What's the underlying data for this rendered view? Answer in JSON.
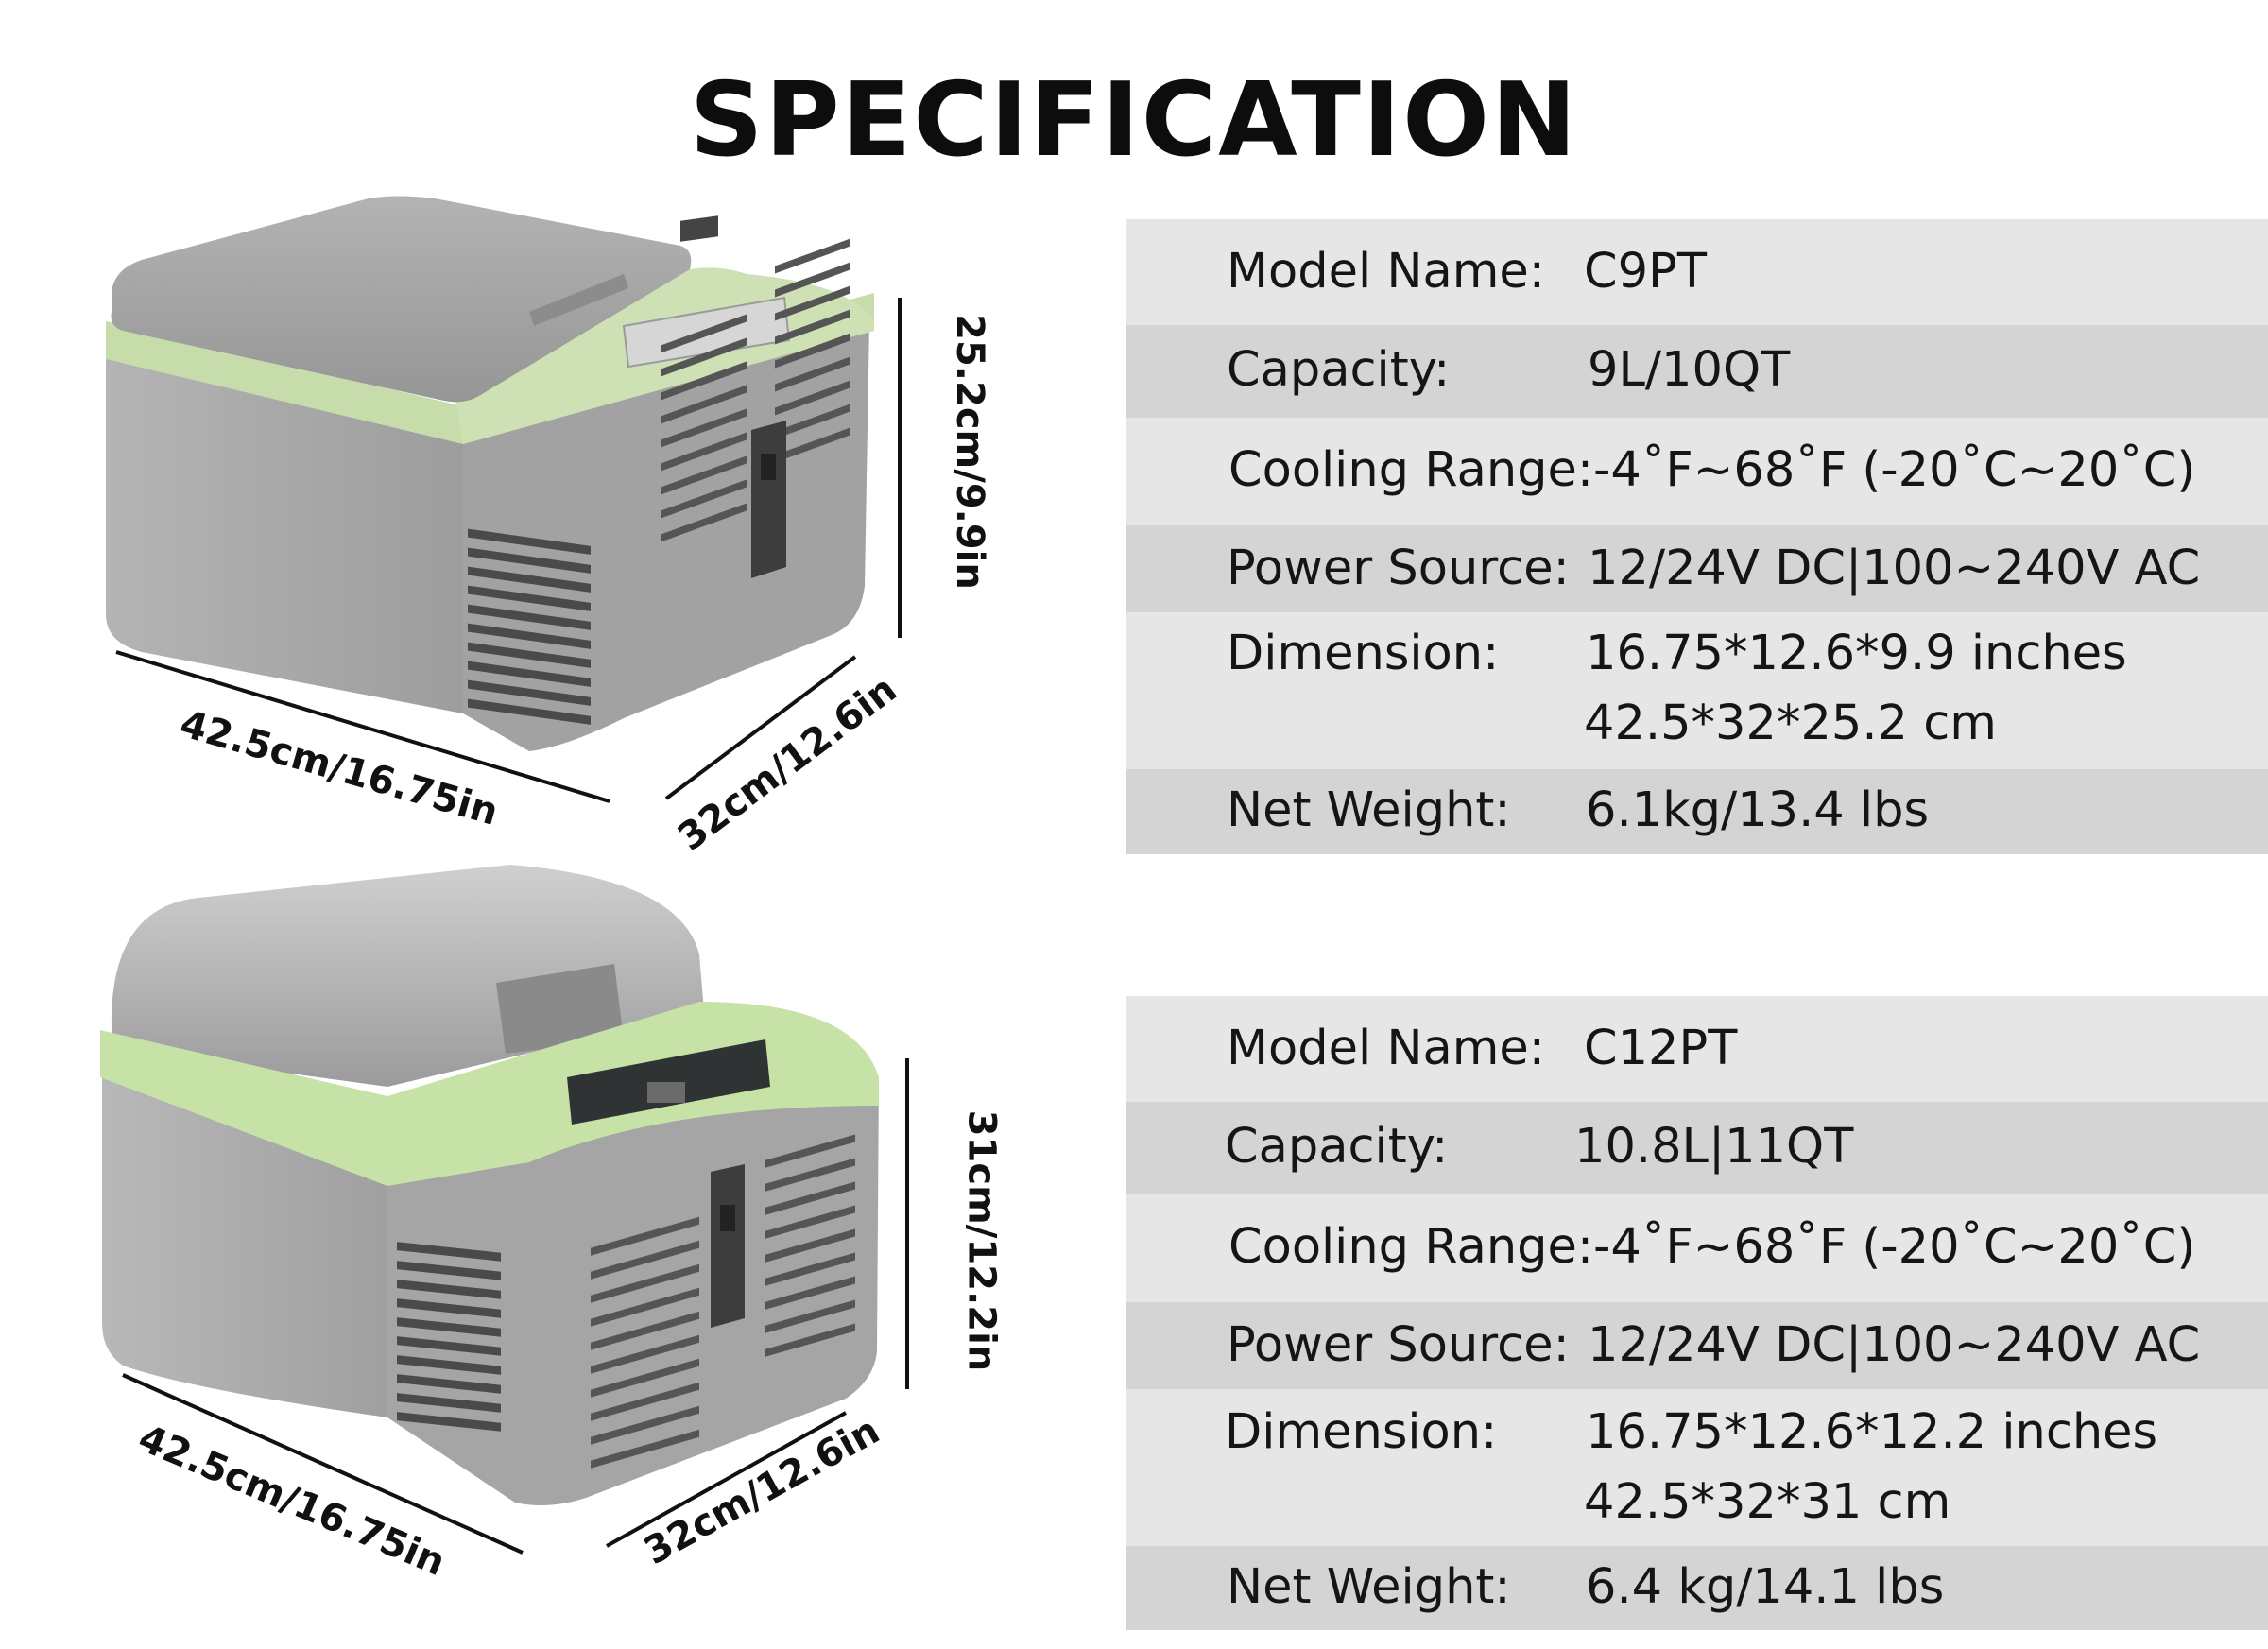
{
  "title": "SPECIFICATION",
  "products": [
    {
      "id": "c9pt",
      "dims": {
        "width": "42.5cm/16.75in",
        "depth": "32cm/12.6in",
        "height": "25.2cm/9.9in"
      },
      "specs": [
        {
          "label": "Model Name:",
          "value": "C9PT"
        },
        {
          "label": "Capacity:",
          "value": "9L/10QT"
        },
        {
          "label": "Cooling Range:",
          "value": "-4˚F~68˚F (-20˚C~20˚C)"
        },
        {
          "label": "Power Source:",
          "value": "12/24V DC|100~240V AC"
        },
        {
          "label": "Dimension:",
          "value": "16.75*12.6*9.9 inches",
          "value2": "42.5*32*25.2 cm"
        },
        {
          "label": "Net Weight:",
          "value": "6.1kg/13.4 lbs"
        }
      ]
    },
    {
      "id": "c12pt",
      "dims": {
        "width": "42.5cm/16.75in",
        "depth": "32cm/12.6in",
        "height": "31cm/12.2in"
      },
      "specs": [
        {
          "label": "Model Name:",
          "value": "C12PT"
        },
        {
          "label": "Capacity:",
          "value": "10.8L|11QT"
        },
        {
          "label": "Cooling Range:",
          "value": "-4˚F~68˚F (-20˚C~20˚C)"
        },
        {
          "label": "Power Source:",
          "value": "12/24V DC|100~240V AC"
        },
        {
          "label": "Dimension:",
          "value": "16.75*12.6*12.2 inches",
          "value2": "42.5*32*31 cm"
        },
        {
          "label": "Net Weight:",
          "value": "6.4 kg/14.1 lbs"
        }
      ]
    }
  ],
  "colors": {
    "body": "#a9a9a9",
    "band": "#c9ddb0",
    "lid": "#9e9e9e",
    "stripe_light": "#e6e6e6",
    "stripe_dark": "#d4d4d4"
  }
}
